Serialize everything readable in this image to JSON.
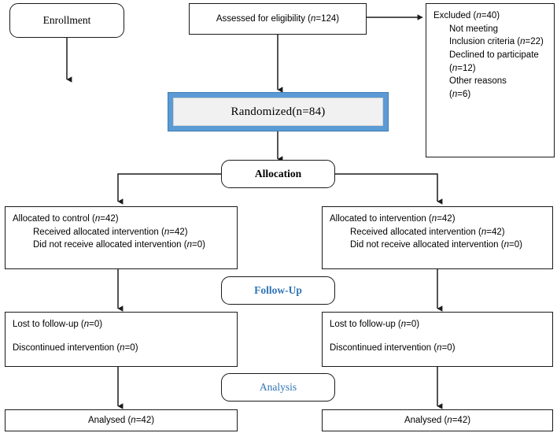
{
  "diagram": {
    "title": "CONSORT participant flow diagram",
    "accent_blue": "#5B9BD5",
    "label_blue": "#2E74B5",
    "line_color": "#1a1a1a"
  },
  "stages": {
    "enrollment": "Enrollment",
    "allocation": "Allocation",
    "follow_up": "Follow-Up",
    "analysis": "Analysis"
  },
  "nodes": {
    "assessed": "Assessed for eligibility (n=124)",
    "excluded": {
      "lines": [
        "Excluded (n=40)",
        "Not meeting",
        "Inclusion criteria (n=22)",
        "Declined to participate",
        "(n=12)",
        "Other reasons",
        "(n=6)"
      ]
    },
    "randomized": "Randomized(n=84)",
    "allocated_control": {
      "lines": [
        "Allocated to control (n=42)",
        "Received allocated intervention (n=42)",
        "Did not receive allocated intervention (n=0)"
      ]
    },
    "allocated_intervention": {
      "lines": [
        "Allocated to intervention (n=42)",
        "Received allocated intervention (n=42)",
        "Did not receive allocated intervention (n=0)"
      ]
    },
    "followup_control": {
      "lines": [
        "Lost to follow-up (n=0)",
        "Discontinued intervention (n=0)"
      ]
    },
    "followup_intervention": {
      "lines": [
        "Lost to follow-up (n=0)",
        "Discontinued intervention (n=0)"
      ]
    },
    "analysed_control": "Analysed (n=42)",
    "analysed_intervention": "Analysed (n=42)"
  }
}
